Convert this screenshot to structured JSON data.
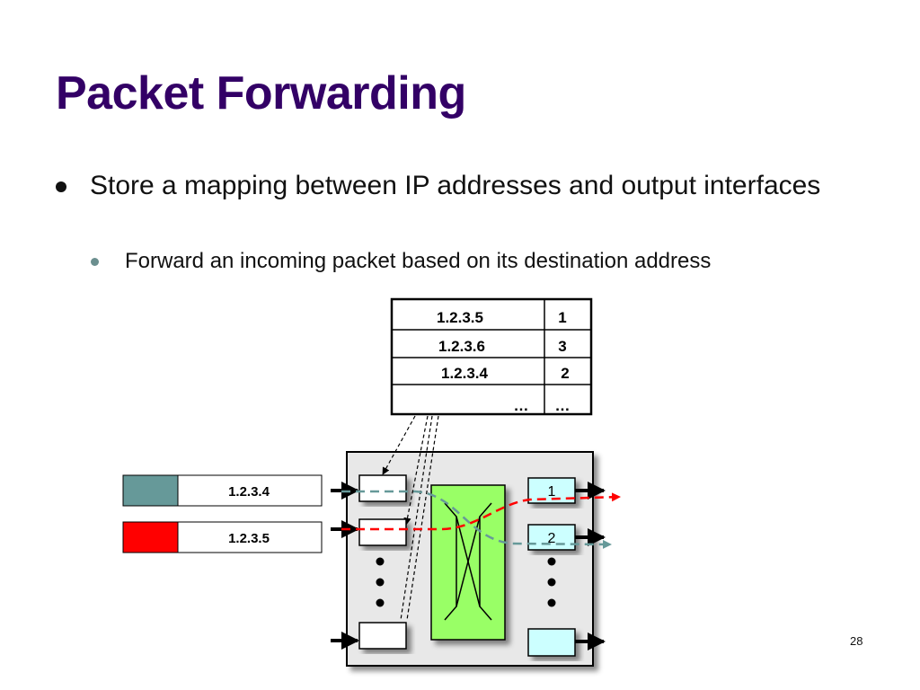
{
  "slide": {
    "title": "Packet Forwarding",
    "bullets": [
      {
        "text": "Store a mapping between IP addresses and output interfaces"
      },
      {
        "text": "Forward an incoming packet based on its destination address"
      }
    ],
    "page_number": "28"
  },
  "forwarding_table": {
    "rows": [
      {
        "address": "1.2.3.5",
        "port": "1"
      },
      {
        "address": "1.2.3.6",
        "port": "3"
      },
      {
        "address": "1.2.3.4",
        "port": "2"
      },
      {
        "address": "…",
        "port": "…"
      }
    ]
  },
  "packets": [
    {
      "address": "1.2.3.4",
      "color": "#669999"
    },
    {
      "address": "1.2.3.5",
      "color": "#ff0000"
    }
  ],
  "output_ports": [
    {
      "label": "1"
    },
    {
      "label": "2"
    }
  ],
  "colors": {
    "title": "#330066",
    "router_body": "#e8e8e8",
    "switch_fabric": "#99ff66",
    "output_port": "#ccffff",
    "path_teal": "#669999",
    "path_red": "#ff0000"
  }
}
